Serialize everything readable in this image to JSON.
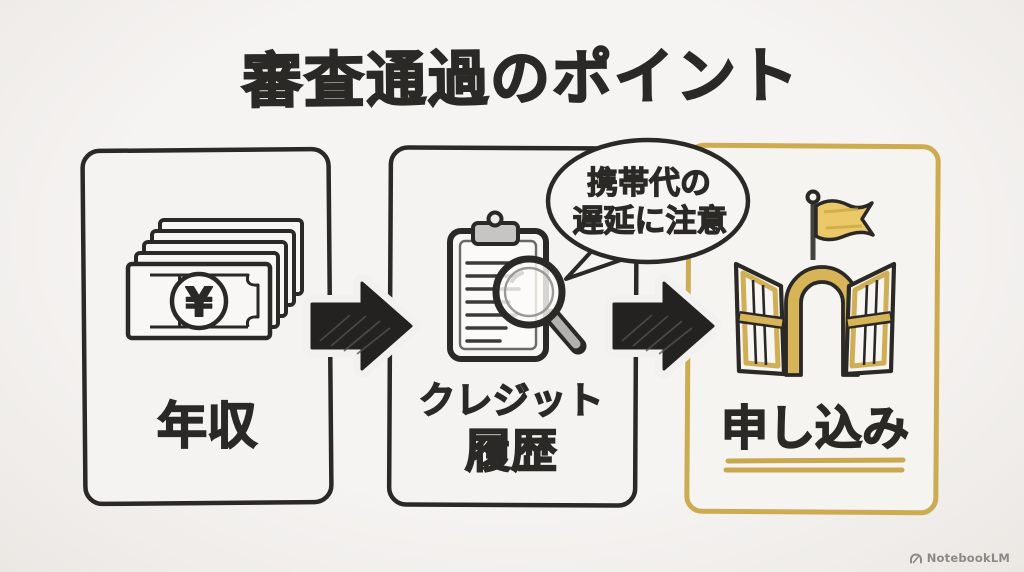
{
  "title": "審査通過のポイント",
  "speech_bubble": {
    "line1": "携帯代の",
    "line2": "遅延に注意",
    "points_to": "credit-history-step"
  },
  "steps": [
    {
      "id": "income",
      "label": "年収",
      "icon": "yen-banknote-stack-icon",
      "currency_symbol": "¥"
    },
    {
      "id": "credit-history",
      "label_line1": "クレジット",
      "label_line2": "履歴",
      "icon": "clipboard-magnifier-icon"
    },
    {
      "id": "application",
      "label": "申し込み",
      "icon": "open-gate-flag-icon",
      "highlight": "gold-border"
    }
  ],
  "connectors": [
    "arrow-right-icon",
    "arrow-right-icon"
  ],
  "watermark": {
    "brand": "NotebookLM",
    "icon": "notebooklm-logo-icon"
  },
  "colors": {
    "ink": "#2b2926",
    "gold_stroke": "#ccab52",
    "gold_fill": "#d8b458",
    "flag_fill": "#ecc968",
    "paper": "#f4f2f0",
    "watermark_gray": "#8d8a86"
  }
}
